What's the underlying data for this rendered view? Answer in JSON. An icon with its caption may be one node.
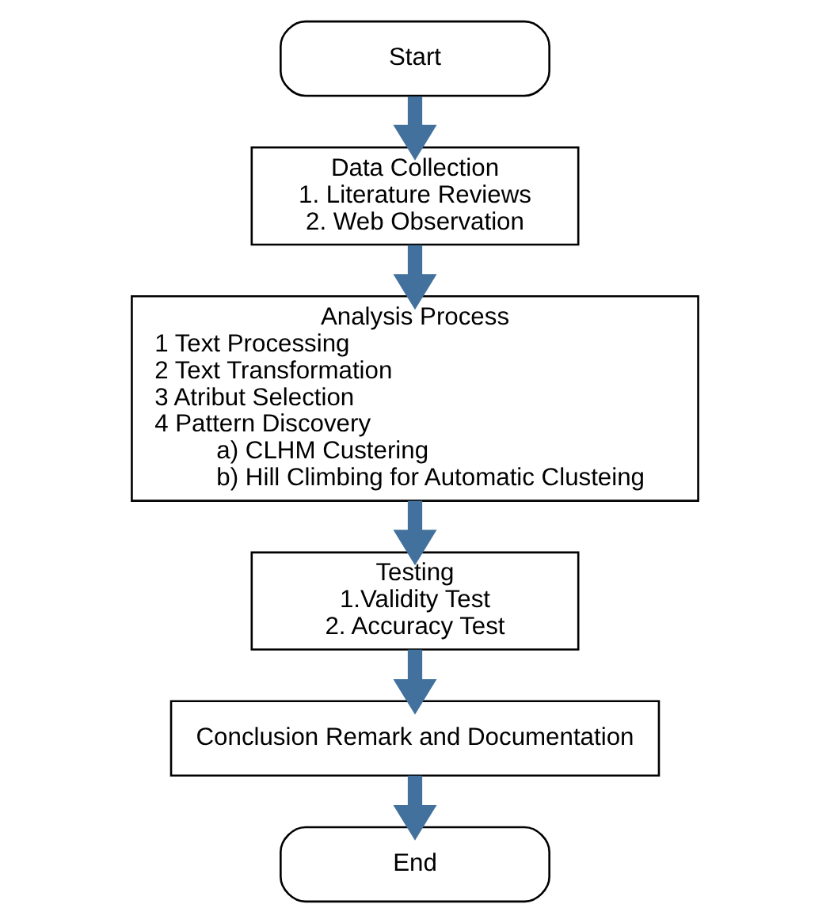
{
  "diagram": {
    "nodes": [
      {
        "text": [
          "Start"
        ]
      },
      {
        "text": [
          "Data Collection",
          "1. Literature Reviews",
          "2. Web Observation"
        ]
      },
      {
        "text": [
          "Analysis Process",
          "1 Text Processing",
          "2 Text Transformation",
          "3 Atribut Selection",
          "4 Pattern Discovery",
          "a) CLHM Custering",
          "b) Hill Climbing for Automatic Clusteing"
        ]
      },
      {
        "text": [
          "Testing",
          "1.Validity Test",
          "2. Accuracy Test"
        ]
      },
      {
        "text": [
          "Conclusion Remark and Documentation"
        ]
      },
      {
        "text": [
          "End"
        ]
      }
    ],
    "edges": [
      {
        "from": 0,
        "to": 1,
        "arrow": "to"
      },
      {
        "from": 1,
        "to": 2,
        "arrow": "to"
      },
      {
        "from": 2,
        "to": 3,
        "arrow": "to"
      },
      {
        "from": 3,
        "to": 4,
        "arrow": "to"
      },
      {
        "from": 4,
        "to": 5,
        "arrow": "to"
      }
    ]
  }
}
